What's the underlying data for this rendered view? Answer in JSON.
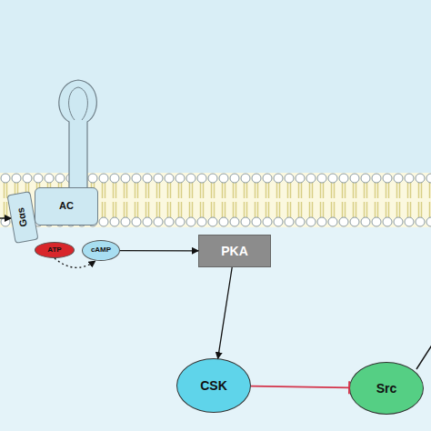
{
  "diagram": {
    "nodes": [
      {
        "text": [
          "Gαs"
        ]
      },
      {
        "text": [
          "AC"
        ]
      },
      {
        "text": [
          "ATP"
        ]
      },
      {
        "text": [
          "cAMP"
        ]
      },
      {
        "text": [
          "PKA"
        ]
      },
      {
        "text": [
          "CSK"
        ]
      },
      {
        "text": [
          "Src"
        ]
      }
    ],
    "edges": [
      {
        "from": 2,
        "to": 3,
        "arrow": "to"
      },
      {
        "from": 3,
        "to": 4,
        "arrow": "to"
      },
      {
        "from": 4,
        "to": 5,
        "arrow": "to"
      },
      {
        "from": 5,
        "to": 6,
        "arrow": "to"
      }
    ]
  }
}
